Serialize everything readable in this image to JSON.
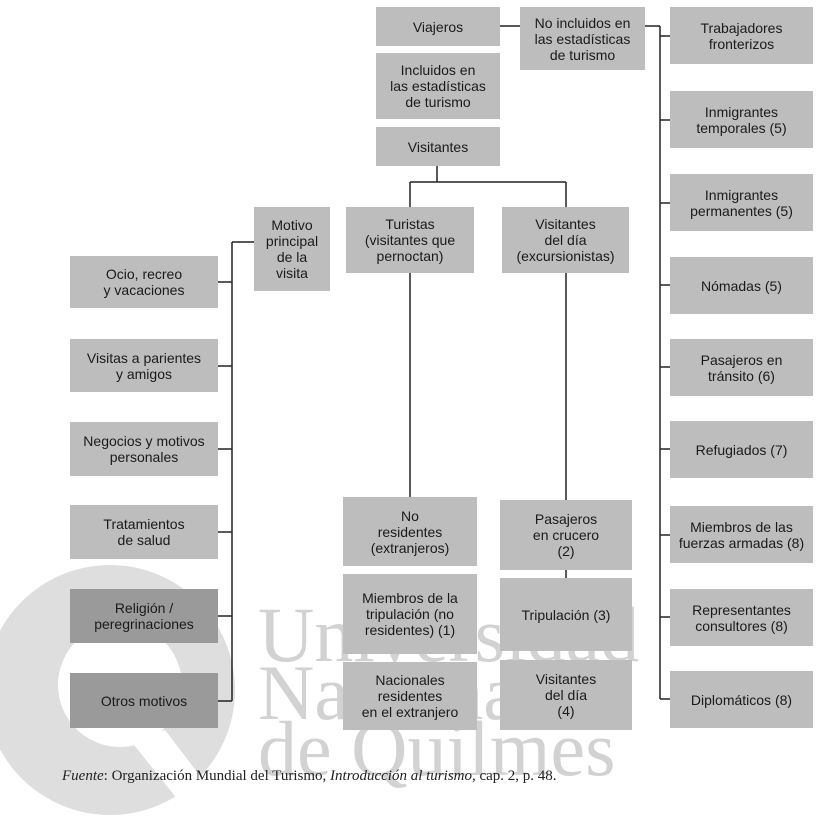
{
  "watermark": {
    "line1": "Universidad",
    "line2": "Nacional",
    "line3": "de Quilmes"
  },
  "boxes": {
    "viajeros": "Viajeros",
    "no_incluidos": "No incluidos en\nlas estadísticas\nde turismo",
    "incluidos": "Incluidos en\nlas estadísticas\nde turismo",
    "visitantes": "Visitantes",
    "motivo": "Motivo\nprincipal\nde la\nvisita",
    "turistas": "Turistas\n(visitantes que\npernoctan)",
    "visitantes_dia": "Visitantes\ndel día\n(excursionistas)",
    "no_residentes": "No\nresidentes\n(extranjeros)",
    "miembros_tripulacion": "Miembros de la\ntripulación (no\nresidentes) (1)",
    "nacionales": "Nacionales\nresidentes\nen el extranjero",
    "pasajeros_crucero": "Pasajeros\nen crucero\n(2)",
    "tripulacion": "Tripulación (3)",
    "visitantes_dia_4": "Visitantes\ndel día\n(4)"
  },
  "motives": [
    "Ocio, recreo\ny vacaciones",
    "Visitas a parientes\ny amigos",
    "Negocios y motivos\npersonales",
    "Tratamientos\nde salud",
    "Religión /\nperegrinaciones",
    "Otros motivos"
  ],
  "excluded": [
    "Trabajadores\nfronterizos",
    "Inmigrantes\ntemporales (5)",
    "Inmigrantes\npermanentes (5)",
    "Nómadas (5)",
    "Pasajeros en\ntránsito (6)",
    "Refugiados (7)",
    "Miembros de las\nfuerzas armadas (8)",
    "Representantes\nconsultores (8)",
    "Diplomáticos (8)"
  ],
  "source": {
    "label": "Fuente",
    "text_1": ": Organización Mundial del Turismo, ",
    "book": "Introducción al turismo",
    "text_2": ", cap. 2, p. 48."
  }
}
